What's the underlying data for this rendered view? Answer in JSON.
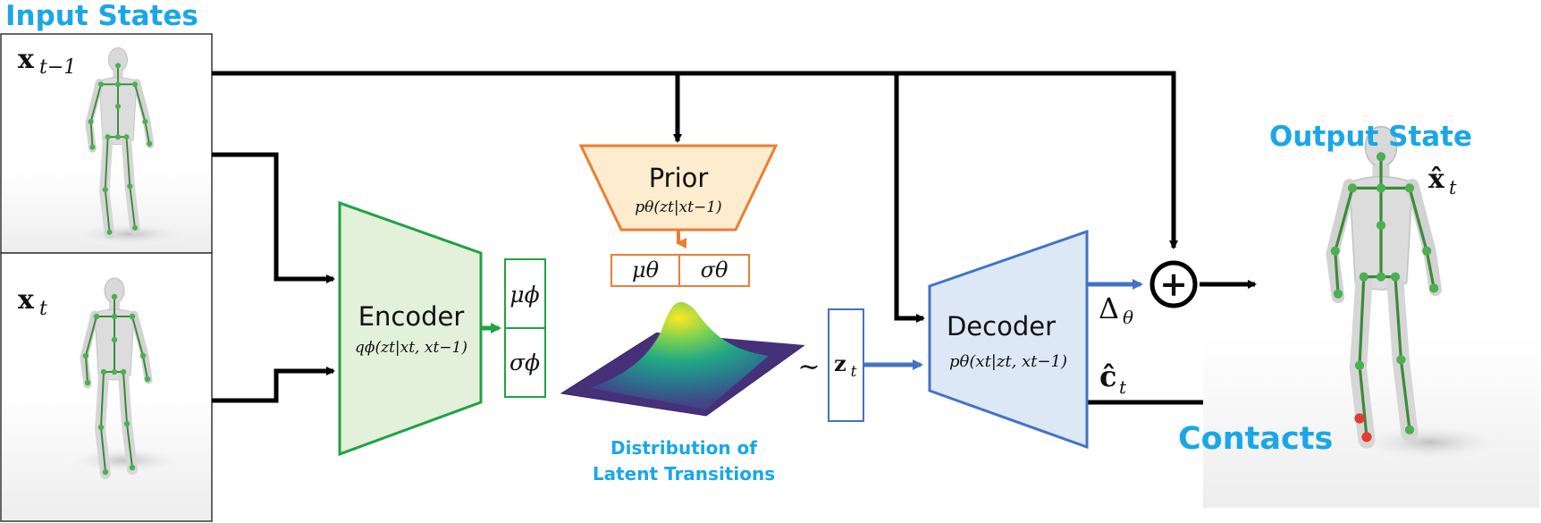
{
  "input_states": {
    "title": "Input States",
    "frame_prev_label": "x",
    "frame_prev_sub": "t−1",
    "frame_curr_label": "x",
    "frame_curr_sub": "t"
  },
  "encoder": {
    "title": "Encoder",
    "formula": "qϕ(zt|xt, xt−1)",
    "mu": "μϕ",
    "sigma": "σϕ"
  },
  "prior": {
    "title": "Prior",
    "formula": "pθ(zt|xt−1)",
    "mu": "μθ",
    "sigma": "σθ"
  },
  "latent": {
    "caption_line1": "Distribution of",
    "caption_line2": "Latent Transitions",
    "tilde": "∼",
    "z_label": "z",
    "z_sub": "t"
  },
  "decoder": {
    "title": "Decoder",
    "formula": "pθ(xt|zt, xt−1)",
    "delta_label": "Δ",
    "delta_sub": "θ",
    "contact_label": "ĉ",
    "contact_sub": "t",
    "plus_symbol": "+"
  },
  "output": {
    "title": "Output State",
    "state_label": "x̂",
    "state_sub": "t",
    "contacts_title": "Contacts"
  },
  "colors": {
    "encoder_stroke": "#21a244",
    "encoder_fill": "#e3f0da",
    "prior_stroke": "#ed7d31",
    "prior_fill": "#fdeccd",
    "decoder_stroke": "#4472c4",
    "decoder_fill": "#dde8f6",
    "caption_blue": "#1aa7e6"
  }
}
